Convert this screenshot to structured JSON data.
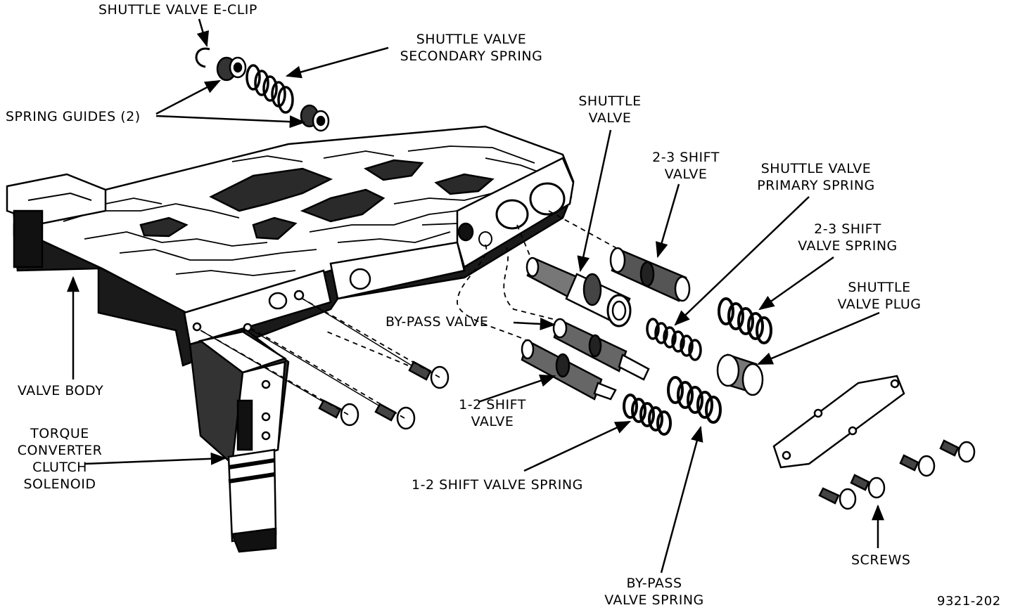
{
  "figure_id": "9321-202",
  "labels": {
    "shuttle_valve_e_clip": "SHUTTLE VALVE E-CLIP",
    "shuttle_valve_secondary_spring": [
      "SHUTTLE VALVE",
      "SECONDARY SPRING"
    ],
    "spring_guides": "SPRING GUIDES (2)",
    "shuttle_valve": [
      "SHUTTLE",
      "VALVE"
    ],
    "shift_valve_2_3": [
      "2-3 SHIFT",
      "VALVE"
    ],
    "shuttle_valve_primary_spring": [
      "SHUTTLE VALVE",
      "PRIMARY SPRING"
    ],
    "shift_valve_spring_2_3": [
      "2-3 SHIFT",
      "VALVE SPRING"
    ],
    "shuttle_valve_plug": [
      "SHUTTLE",
      "VALVE PLUG"
    ],
    "by_pass_valve": "BY-PASS VALVE",
    "valve_body": "VALVE BODY",
    "shift_valve_1_2": [
      "1-2 SHIFT",
      "VALVE"
    ],
    "torque_converter_clutch_solenoid": [
      "TORQUE",
      "CONVERTER",
      "CLUTCH",
      "SOLENOID"
    ],
    "shift_valve_spring_1_2": "1-2 SHIFT VALVE SPRING",
    "screws": "SCREWS",
    "by_pass_valve_spring": [
      "BY-PASS",
      "VALVE SPRING"
    ]
  }
}
